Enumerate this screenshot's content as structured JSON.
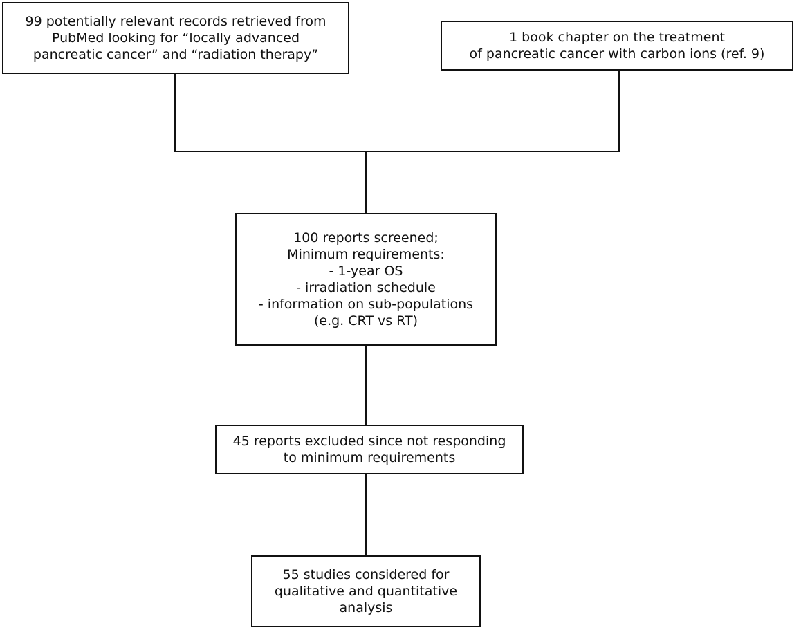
{
  "flowchart": {
    "boxes": {
      "pubmed": {
        "lines": [
          "99 potentially relevant records retrieved from",
          "PubMed looking for “locally advanced",
          "pancreatic cancer” and “radiation therapy”"
        ]
      },
      "book": {
        "lines": [
          "1 book chapter on the treatment",
          "of pancreatic cancer with carbon ions (ref. 9)"
        ]
      },
      "screened": {
        "lines": [
          "100 reports screened;",
          "Minimum requirements:",
          "- 1-year OS",
          "- irradiation schedule",
          "- information on sub-populations",
          "(e.g. CRT vs RT)"
        ]
      },
      "excluded": {
        "lines": [
          "45 reports excluded since not responding",
          "to minimum requirements"
        ]
      },
      "considered": {
        "lines": [
          "55 studies considered for",
          "qualitative and quantitative",
          "analysis"
        ]
      }
    },
    "edges": [
      {
        "from": "pubmed",
        "to": "screened"
      },
      {
        "from": "book",
        "to": "screened"
      },
      {
        "from": "screened",
        "to": "excluded"
      },
      {
        "from": "excluded",
        "to": "considered"
      }
    ]
  }
}
